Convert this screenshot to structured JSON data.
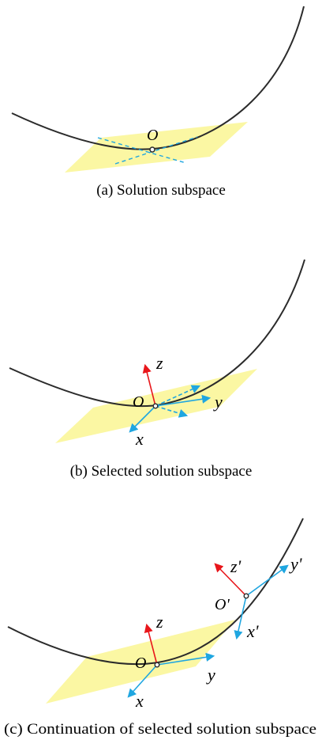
{
  "figure": {
    "panels": [
      {
        "id": "a",
        "caption": "(a)  Solution subspace",
        "origin_label": "O"
      },
      {
        "id": "b",
        "caption": "(b)  Selected solution subspace",
        "origin_label": "O",
        "axes": {
          "x": "x",
          "y": "y",
          "z": "z"
        }
      },
      {
        "id": "c",
        "caption": "(c)  Continuation of selected solution subspace",
        "origin_label": "O",
        "origin2_label": "O'",
        "axes": {
          "x": "x",
          "y": "y",
          "z": "z"
        },
        "axes2": {
          "x": "x'",
          "y": "y'",
          "z": "z'"
        }
      }
    ]
  },
  "colors": {
    "curve": "#2b2b2b",
    "plane": "#fbf7a3",
    "axis_blue": "#1fa6e0",
    "axis_red": "#e8161b"
  }
}
